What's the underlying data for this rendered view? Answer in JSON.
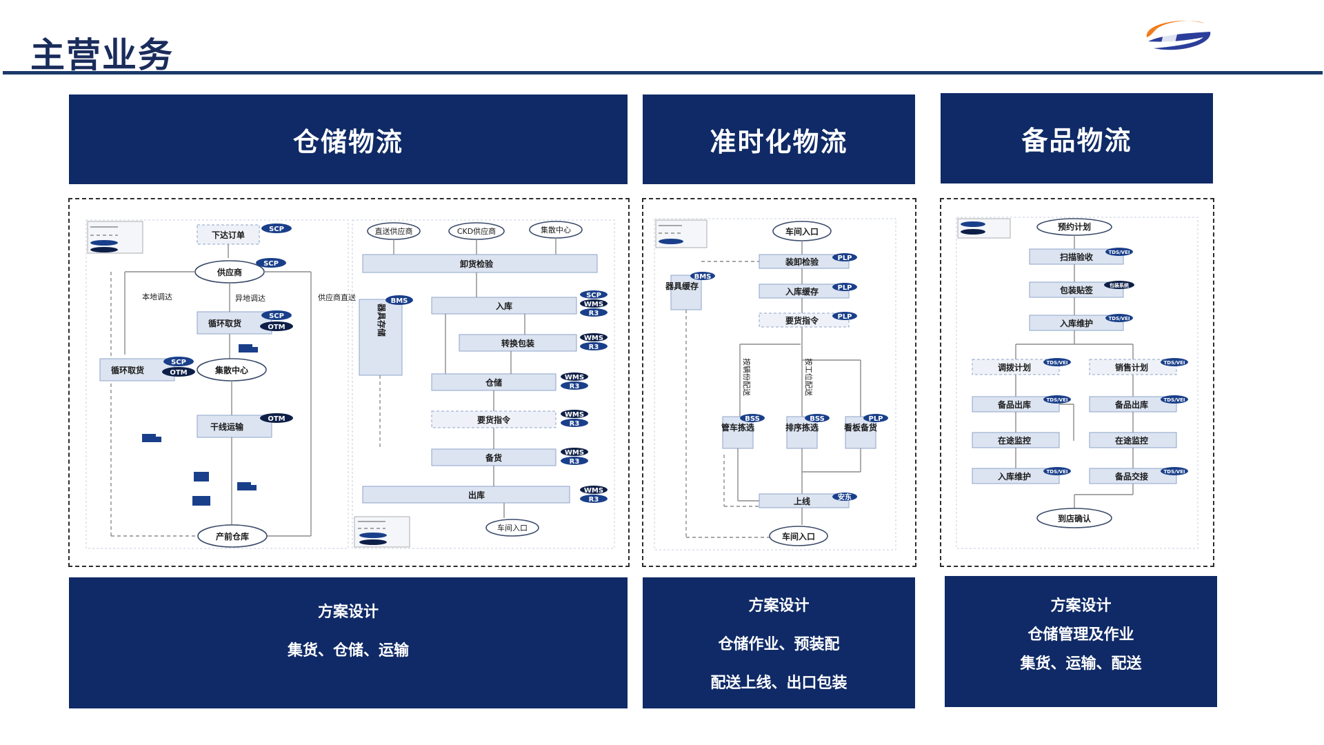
{
  "page": {
    "title": "主营业务"
  },
  "columns": [
    {
      "header": "仓储物流",
      "footer": [
        "方案设计",
        "集货、仓储、运输"
      ]
    },
    {
      "header": "准时化物流",
      "footer": [
        "方案设计",
        "仓储作业、预装配",
        "配送上线、出口包装"
      ]
    },
    {
      "header": "备品物流",
      "footer": [
        "方案设计",
        "仓储管理及作业",
        "集货、运输、配送"
      ]
    }
  ],
  "diagram_storage_left": {
    "nodes": [
      "下达订单",
      "供应商",
      "本地调达",
      "异地调达",
      "供应商直送",
      "循环取货",
      "集散中心",
      "干线运输",
      "产前仓库"
    ],
    "tags": [
      "SCP",
      "OTM"
    ]
  },
  "diagram_storage_right": {
    "nodes": [
      "直送供应商",
      "CKD供应商",
      "集散中心",
      "卸货检验",
      "器具存储",
      "入库",
      "转换包装",
      "仓储",
      "要货指令",
      "备货",
      "出库",
      "车间入口"
    ],
    "tags": [
      "BMS",
      "SCP",
      "WMS",
      "R3"
    ]
  },
  "diagram_jit": {
    "nodes": [
      "车间入口",
      "装卸检验",
      "入库缓存",
      "要货指令",
      "器具缓存",
      "按辆份配送",
      "按工位配送",
      "管车拣选",
      "排序拣选",
      "看板备货",
      "上线",
      "车间入口"
    ],
    "tags": [
      "PLP",
      "BMS",
      "BSS",
      "安东"
    ]
  },
  "diagram_parts": {
    "nodes": [
      "预约计划",
      "扫描验收",
      "包装贴签",
      "入库维护",
      "调拨计划",
      "销售计划",
      "备品出库",
      "在途监控",
      "入库维护",
      "备品出库",
      "在途监控",
      "备品交接",
      "到店确认"
    ],
    "tags": [
      "TDS/VEI",
      "包装系统"
    ]
  },
  "colors": {
    "navy": "#0f2a66",
    "node": "#dce4f1",
    "tag": "#1a3f8a",
    "logo_orange": "#f07c1e",
    "logo_blue": "#2c3e9a"
  }
}
